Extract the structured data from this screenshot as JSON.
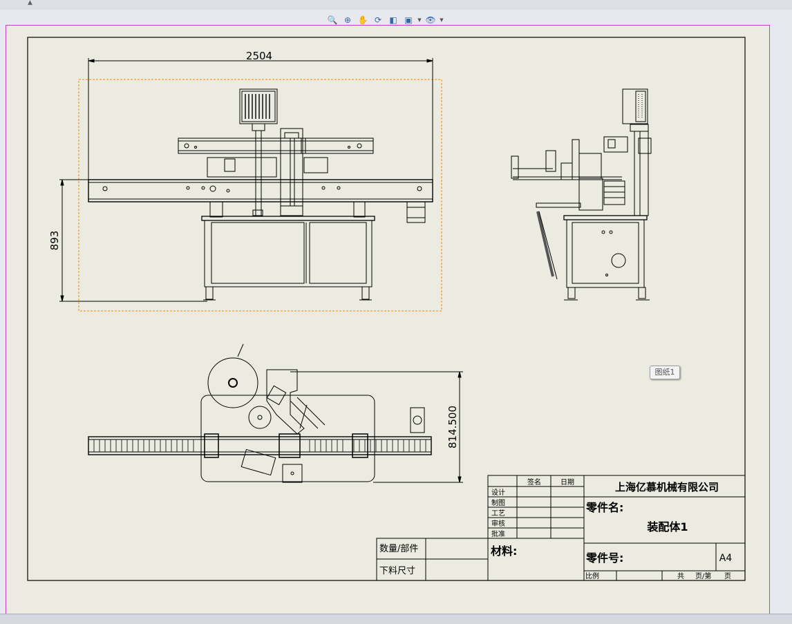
{
  "toolbar": {
    "icons": [
      "zoom-to-fit-icon",
      "zoom-area-icon",
      "pan-icon",
      "rotate-icon",
      "display-style-icon",
      "view-orientation-icon",
      "hide-show-icon"
    ]
  },
  "drawing": {
    "dim_width": "2504",
    "dim_height": "893",
    "dim_top_height": "814.500",
    "sheet_tag": "图纸1"
  },
  "title_block": {
    "company": "上海亿慕机械有限公司",
    "col_sign": "签名",
    "col_date": "日期",
    "rows": [
      "设计",
      "制图",
      "工艺",
      "审核",
      "批准"
    ],
    "part_name_label": "零件名:",
    "part_name_value": "装配体1",
    "part_no_label": "零件号:",
    "size": "A4",
    "material_label": "材料:",
    "qty_label": "数量/部件",
    "blank_label": "下料尺寸",
    "scale_label": "比例",
    "pages_label": "共",
    "page_mid": "页/第",
    "page_end": "页"
  }
}
